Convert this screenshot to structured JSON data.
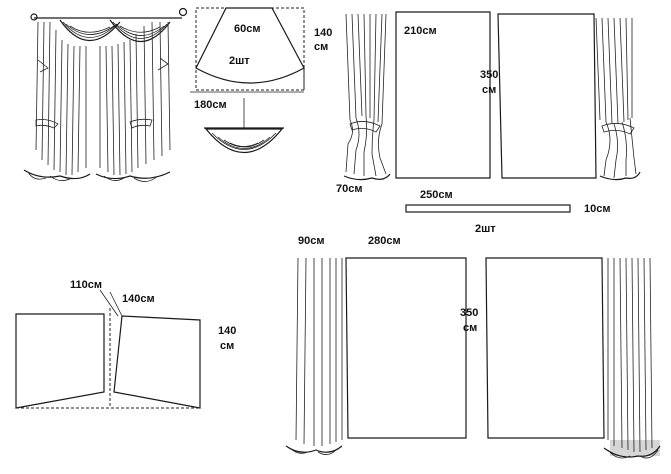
{
  "colors": {
    "ink": "#1a1a1a",
    "background": "#ffffff"
  },
  "swag": {
    "top_width": "60см",
    "height_top": "140",
    "height_unit": "см",
    "count": "2шт",
    "bottom_width": "180см"
  },
  "panels_top": {
    "tie_width": "70см",
    "panel_width": "210см",
    "panel_height": "350",
    "panel_height_unit": "см",
    "strip_length": "250см",
    "strip_width": "10см",
    "strip_count": "2шт"
  },
  "jabot": {
    "inner_width": "110см",
    "outer_width": "140см",
    "height": "140",
    "height_unit": "см"
  },
  "panels_bottom": {
    "side_width": "90см",
    "panel_width": "280см",
    "panel_height": "350",
    "panel_height_unit": "см"
  }
}
